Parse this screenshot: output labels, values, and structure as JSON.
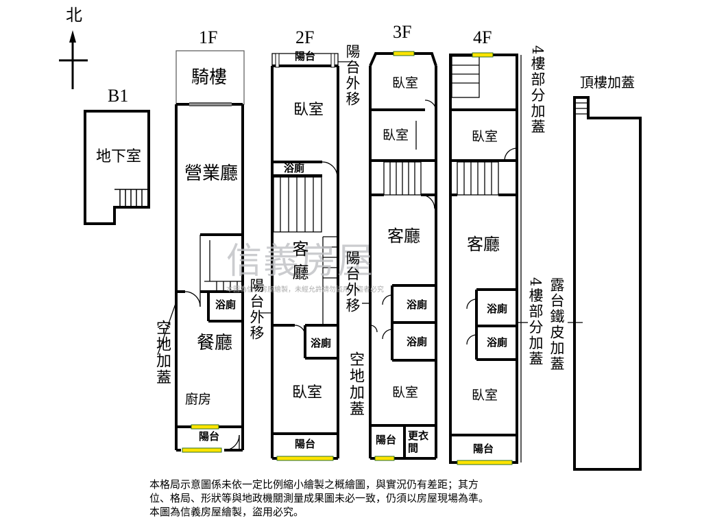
{
  "compass": {
    "north": "北"
  },
  "floors": {
    "b1": "B1",
    "f1": "1F",
    "f2": "2F",
    "f3": "3F",
    "f4": "4F",
    "roof": "頂樓加蓋"
  },
  "b1": {
    "basement": "地下室"
  },
  "f1": {
    "arcade": "騎樓",
    "business_hall": "營業廳",
    "bath": "浴廁",
    "dining": "餐廳",
    "kitchen": "廚房",
    "balcony": "陽台",
    "yard_addition": "空地加蓋"
  },
  "f2": {
    "balcony_top": "陽台",
    "bedroom_top": "臥室",
    "bath_top": "浴廁",
    "living": "客廳",
    "bath_mid": "浴廁",
    "bedroom_bottom": "臥室",
    "balcony_bottom": "陽台",
    "balcony_moved_top": "陽台外移",
    "balcony_moved_mid": "陽台外移",
    "yard_addition": "空地加蓋"
  },
  "f3": {
    "bedroom1": "臥室",
    "bedroom2": "臥室",
    "living": "客廳",
    "bath1": "浴廁",
    "bath2": "浴廁",
    "bedroom3": "臥室",
    "balcony": "陽台",
    "closet": "更衣間"
  },
  "f4": {
    "bedroom1": "臥室",
    "living": "客廳",
    "bath1": "浴廁",
    "bath2": "浴廁",
    "bedroom2": "臥室",
    "balcony": "陽台",
    "partial_addition_top": "4樓部分加蓋",
    "partial_addition_bottom": "4樓部分加蓋"
  },
  "roof": {
    "terrace": "露台鐵皮加蓋"
  },
  "watermark": {
    "brand": "信義房屋",
    "sub": "本圖為信義房屋繪製，未經允許請勿盜用，盜者必究"
  },
  "disclaimer": {
    "line1": "本格局示意圖係未依一定比例縮小繪製之概繪圖，與實況仍有差距；其方",
    "line2": "位、格局、形狀等與地政機關測量成果圖未必一致，仍須以房屋現場為準。",
    "line3": "本圖為信義房屋繪製，盜用必究。"
  },
  "colors": {
    "wall": "#000000",
    "window": "#ffe400",
    "window_edge": "#2a6e2a",
    "watermark": "#bfc0c4"
  }
}
